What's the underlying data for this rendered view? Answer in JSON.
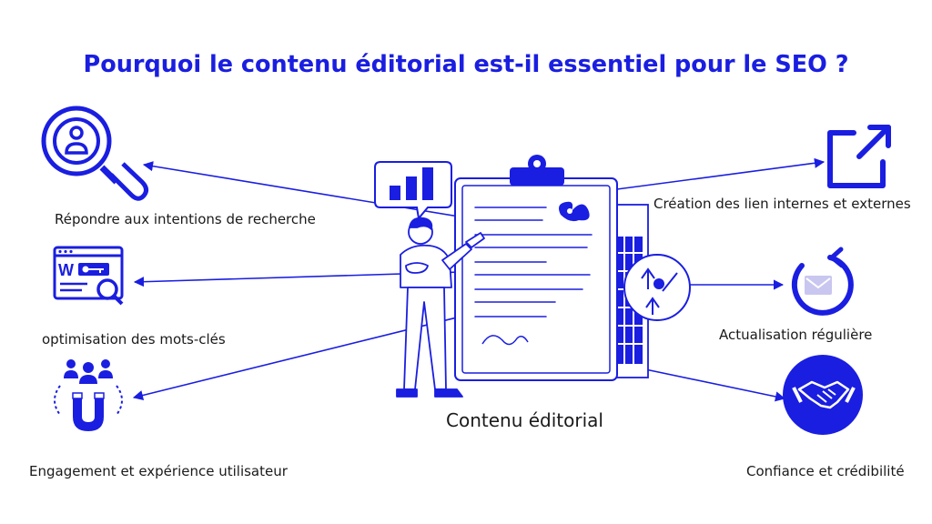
{
  "title": "Pourquoi le contenu éditorial est-il essentiel pour le SEO ?",
  "center": {
    "label": "Contenu éditorial"
  },
  "benefits_left": [
    {
      "label": "Répondre aux intentions de recherche",
      "icon": "search-user-icon"
    },
    {
      "label": "optimisation des mots-clés",
      "icon": "keyword-browser-icon"
    },
    {
      "label": "Engagement et expérience utilisateur",
      "icon": "user-magnet-icon"
    }
  ],
  "benefits_right": [
    {
      "label": "Création des lien internes et externes",
      "icon": "external-link-icon"
    },
    {
      "label": "Actualisation régulière",
      "icon": "refresh-mail-icon"
    },
    {
      "label": "Confiance et crédibilité",
      "icon": "handshake-icon"
    }
  ],
  "colors": {
    "accent": "#1a1ee0",
    "text": "#1a1a1a",
    "soft": "#c9c6f0"
  }
}
